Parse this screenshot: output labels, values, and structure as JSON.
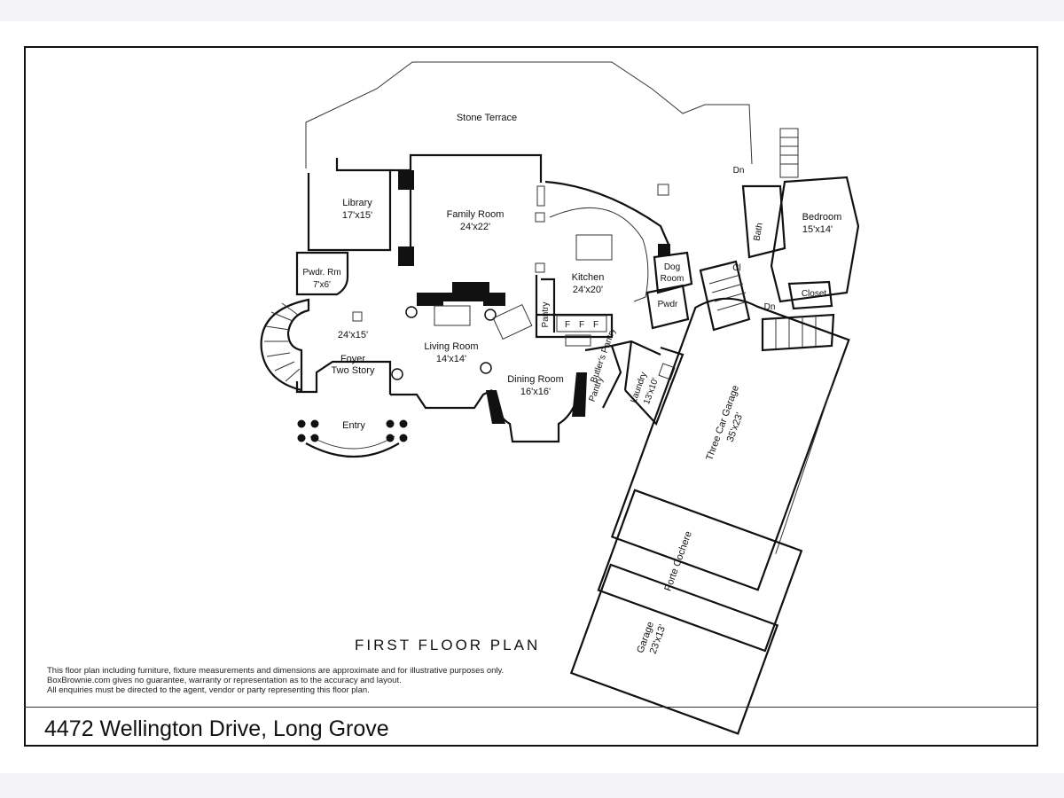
{
  "plan": {
    "title": "FIRST FLOOR PLAN",
    "address": "4472 Wellington Drive, Long Grove",
    "disclaimer": [
      "This floor plan including furniture, fixture measurements and dimensions are approximate and for illustrative purposes only.",
      "BoxBrownie.com gives no guarantee, warranty or representation as to the accuracy and layout.",
      "All enquiries must be directed to the agent, vendor or party representing this floor plan."
    ]
  },
  "rooms": {
    "stone_terrace": "Stone Terrace",
    "library": {
      "name": "Library",
      "size": "17'x15'"
    },
    "family_room": {
      "name": "Family Room",
      "size": "24'x22'"
    },
    "kitchen": {
      "name": "Kitchen",
      "size": "24'x20'"
    },
    "powder_room": {
      "name": "Pwdr. Rm",
      "size": "7'x6'"
    },
    "foyer": {
      "size": "24'x15'",
      "name": "Foyer",
      "note": "Two Story"
    },
    "living_room": {
      "name": "Living Room",
      "size": "14'x14'"
    },
    "dining_room": {
      "name": "Dining Room",
      "size": "16'x16'"
    },
    "entry": "Entry",
    "pantry": "Pantry",
    "butlers_pantry": "Butler's Pantry",
    "pantry2": "Pantry",
    "laundry": {
      "name": "Laundry",
      "size": "13'x10'"
    },
    "dog_room": {
      "line1": "Dog",
      "line2": "Room"
    },
    "pwdr": "Pwdr",
    "bedroom": {
      "name": "Bedroom",
      "size": "15'x14'"
    },
    "bath": "Bath",
    "closet": "Closet",
    "cl": "Cl",
    "dn": "Dn",
    "three_car_garage": {
      "name": "Three Car Garage",
      "size": "35'x23'"
    },
    "porte_cochere": "Porte Cochere",
    "garage": {
      "name": "Garage",
      "size": "23'x13'"
    },
    "range_marks": [
      "F",
      "F",
      "F"
    ]
  }
}
